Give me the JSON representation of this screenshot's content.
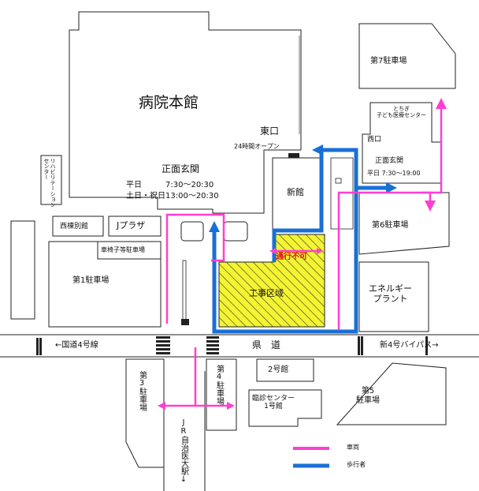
{
  "buildings": {
    "main_hospital": "病院本館",
    "main_entrance": "正面玄関",
    "hours_weekday": "平日　　　7:30〜20:30",
    "hours_weekend": "土日・祝日13:00〜20:30",
    "east_entrance": "東口",
    "open_24h": "24時間オープン",
    "new_building": "新館",
    "construction_area": "工事区域",
    "no_passage": "通行不可",
    "energy_plant": "エネルギー\nプラント",
    "rehab_center": "リハビリテーション\nセンター",
    "west_annex": "西棟別館",
    "j_plaza": "Jプラザ",
    "wheelchair_parking": "車椅子等駐車場",
    "childrens_center": "とちぎ\n子ども医療センター",
    "west_entrance": "西口",
    "front_entrance_2": "正面玄関",
    "childrens_hours": "平日 7:30〜19:00",
    "building_2": "2号館",
    "clinic_building_1": "臨診センター\n1号館",
    "jr_station": "JR自治医大駅↓"
  },
  "parking": {
    "p1": "第1駐車場",
    "p3": "第3駐車場",
    "p4": "第4駐車場",
    "p5": "第5\n駐車場",
    "p6": "第6駐車場",
    "p7": "第7駐車場"
  },
  "roads": {
    "route4": "←国道4号線",
    "prefectural_road": "県　道",
    "bypass": "新4号バイパス→"
  },
  "legend": {
    "vehicle": "車両",
    "pedestrian": "歩行者",
    "vehicle_color": "#ff3fd0",
    "pedestrian_color": "#1a6fd4"
  }
}
